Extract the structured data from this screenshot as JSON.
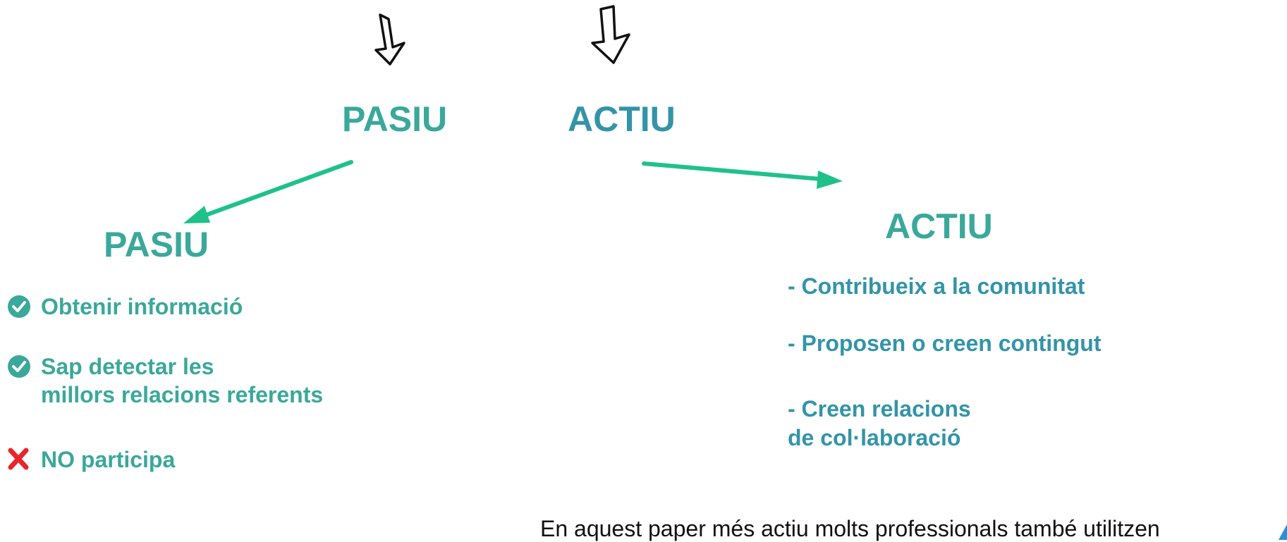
{
  "colors": {
    "teal": "#3aa89a",
    "blue_teal": "#3394a8",
    "arrow_green": "#1fc18a",
    "check_green": "#3aa89a",
    "cross_red": "#e8262b"
  },
  "top": {
    "left_word": "PASIU",
    "right_word": "ACTIU",
    "left_arrow_icon": "hollow-down-arrow-icon",
    "right_arrow_icon": "hollow-down-arrow-icon"
  },
  "passive": {
    "title": "PASIU",
    "items": [
      {
        "icon": "check-circle-icon",
        "lines": [
          "Obtenir informació"
        ]
      },
      {
        "icon": "check-circle-icon",
        "lines": [
          "Sap detectar les",
          "millors relacions referents"
        ]
      },
      {
        "icon": "red-x-icon",
        "lines": [
          "NO participa"
        ]
      }
    ]
  },
  "active": {
    "title": "ACTIU",
    "items": [
      {
        "lines": [
          "- Contribueix a la comunitat"
        ]
      },
      {
        "lines": [
          "- Proposen o creen contingut"
        ]
      },
      {
        "lines": [
          "- Creen relacions",
          "de col·laboració"
        ]
      }
    ]
  },
  "caption": "En aquest paper més actiu molts professionals també utilitzen"
}
